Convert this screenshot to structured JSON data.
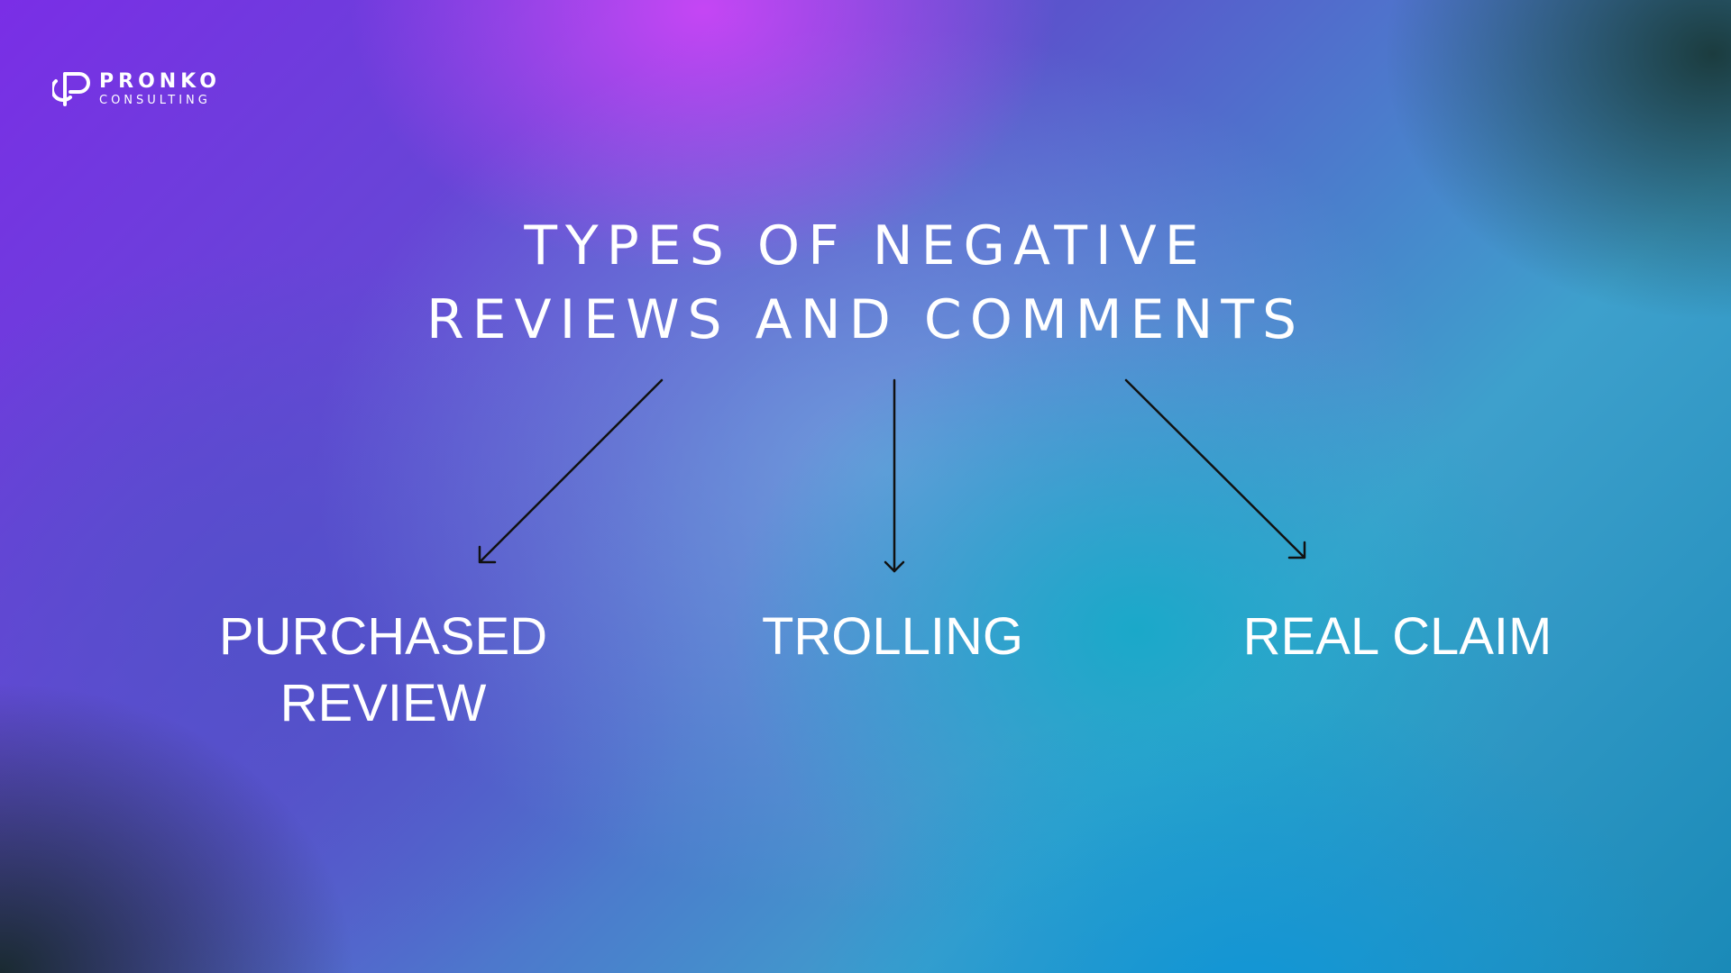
{
  "logo": {
    "name": "PRONKO",
    "subtitle": "CONSULTING",
    "icon": "pronko-logo-mark"
  },
  "title": {
    "line1": "TYPES OF NEGATIVE",
    "line2": "REVIEWS AND COMMENTS"
  },
  "branches": [
    {
      "lines": [
        "PURCHASED",
        "REVIEW"
      ]
    },
    {
      "lines": [
        "TROLLING"
      ]
    },
    {
      "lines": [
        "REAL CLAIM"
      ]
    }
  ],
  "colors": {
    "text": "#ffffff",
    "arrow": "#111111"
  }
}
